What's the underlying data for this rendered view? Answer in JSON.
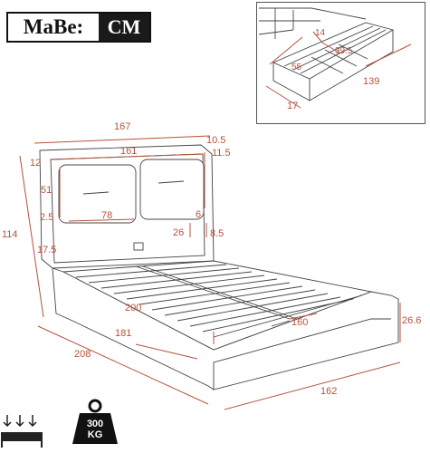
{
  "brand": {
    "name": "MaBe:",
    "unit": "CM"
  },
  "dims": {
    "overall_width": "167",
    "headboard_side_top": "10.5",
    "headboard_inner_width": "161",
    "headboard_side_offset": "11.5",
    "headboard_corner": "12",
    "headboard_total_height": "114",
    "cushion_height": "51",
    "cushion_width": "78",
    "cushion_gap": "2.5",
    "side_gap": "6",
    "port_height": "26",
    "side_offset_low": "8.5",
    "leg_height": "17.5",
    "mattress_length": "200",
    "mattress_width": "160",
    "side_rail_length": "181",
    "frame_height": "26.6",
    "overall_length": "208",
    "overall_footwidth": "162",
    "drawer_depth_a": "14",
    "drawer_side_a": "39.5",
    "drawer_side_b": "55",
    "drawer_length": "139",
    "drawer_height": "17"
  },
  "weight": {
    "value": "300",
    "unit": "KG"
  },
  "colors": {
    "dimension": "#b5533a",
    "outline": "#444444",
    "brand_bg": "#1a1a1a"
  },
  "icons": [
    "weight-icon",
    "lift-arrows-icon"
  ]
}
